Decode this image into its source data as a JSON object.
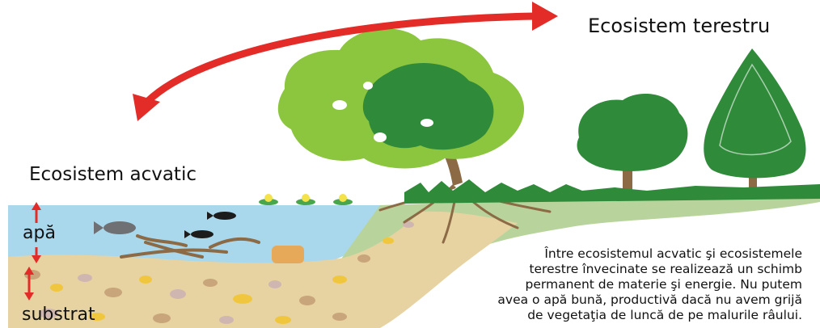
{
  "labels": {
    "terrestrial": "Ecosistem terestru",
    "aquatic": "Ecosistem acvatic",
    "water": "apă",
    "substrate": "substrat"
  },
  "caption": {
    "lines": [
      "Între ecosistemul acvatic şi ecosistemele",
      "terestre învecinate se realizează un schimb",
      "permanent de materie şi energie. Nu putem",
      "avea o apă bună, productivă dacă nu avem grijă",
      "de vegetaţia de luncă de pe malurile râului."
    ]
  },
  "colors": {
    "arrow": "#e32b27",
    "water": "#a9d8ec",
    "soil": "#e7d3a1",
    "tree_dark": "#2f8a3a",
    "tree_light": "#8cc63f",
    "roots": "#8b6a45"
  },
  "icons": [
    "double-arrow-icon",
    "fish-icon",
    "tree-icon",
    "conifer-icon",
    "water-lily-icon",
    "roots-icon"
  ]
}
